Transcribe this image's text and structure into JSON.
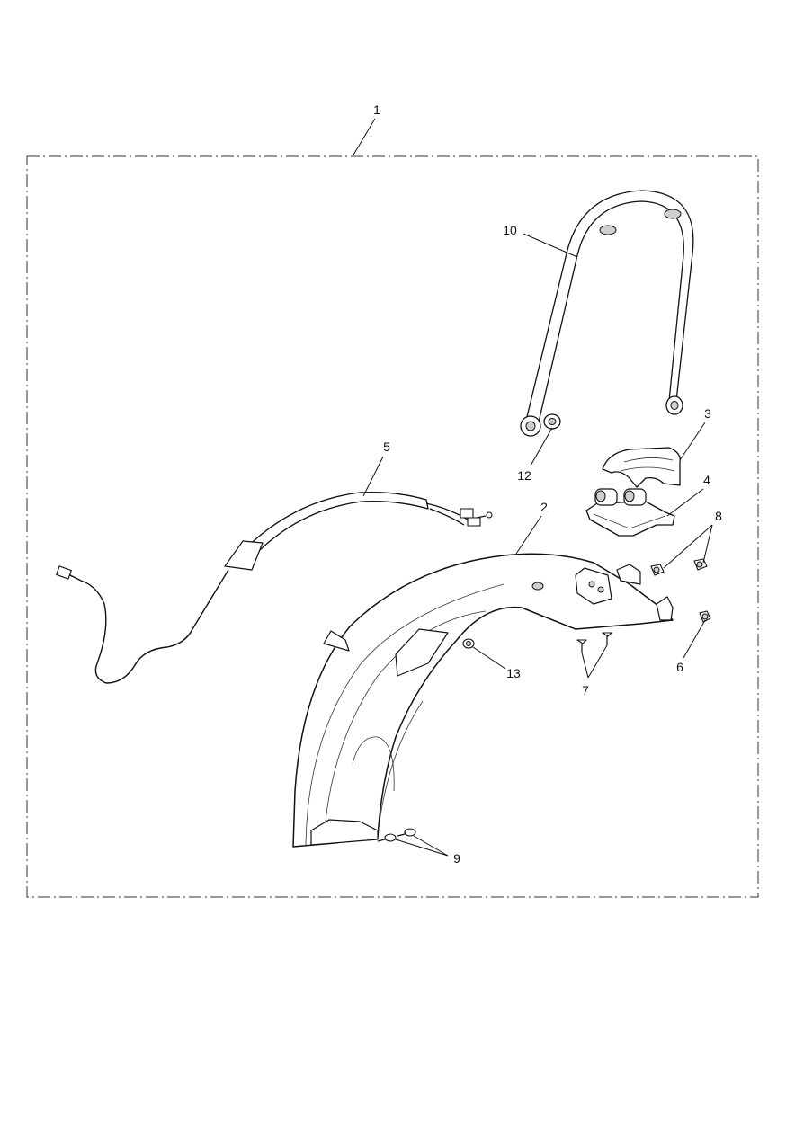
{
  "callouts": {
    "c1": "1",
    "c2": "2",
    "c3": "3",
    "c4": "4",
    "c5": "5",
    "c6": "6",
    "c7": "7",
    "c8": "8",
    "c9": "9",
    "c10": "10",
    "c12": "12",
    "c13": "13"
  },
  "parts": {
    "p1": "kit-boundary",
    "p2": "rear-mudguard",
    "p3": "cover",
    "p4": "mount-bracket",
    "p5": "wiring-harness",
    "p6": "nut",
    "p7": "screws-pair",
    "p8": "bolts-pair",
    "p9": "screws-pair-lower",
    "p10": "grab-rail-loop",
    "p12": "washer",
    "p13": "fastener"
  }
}
